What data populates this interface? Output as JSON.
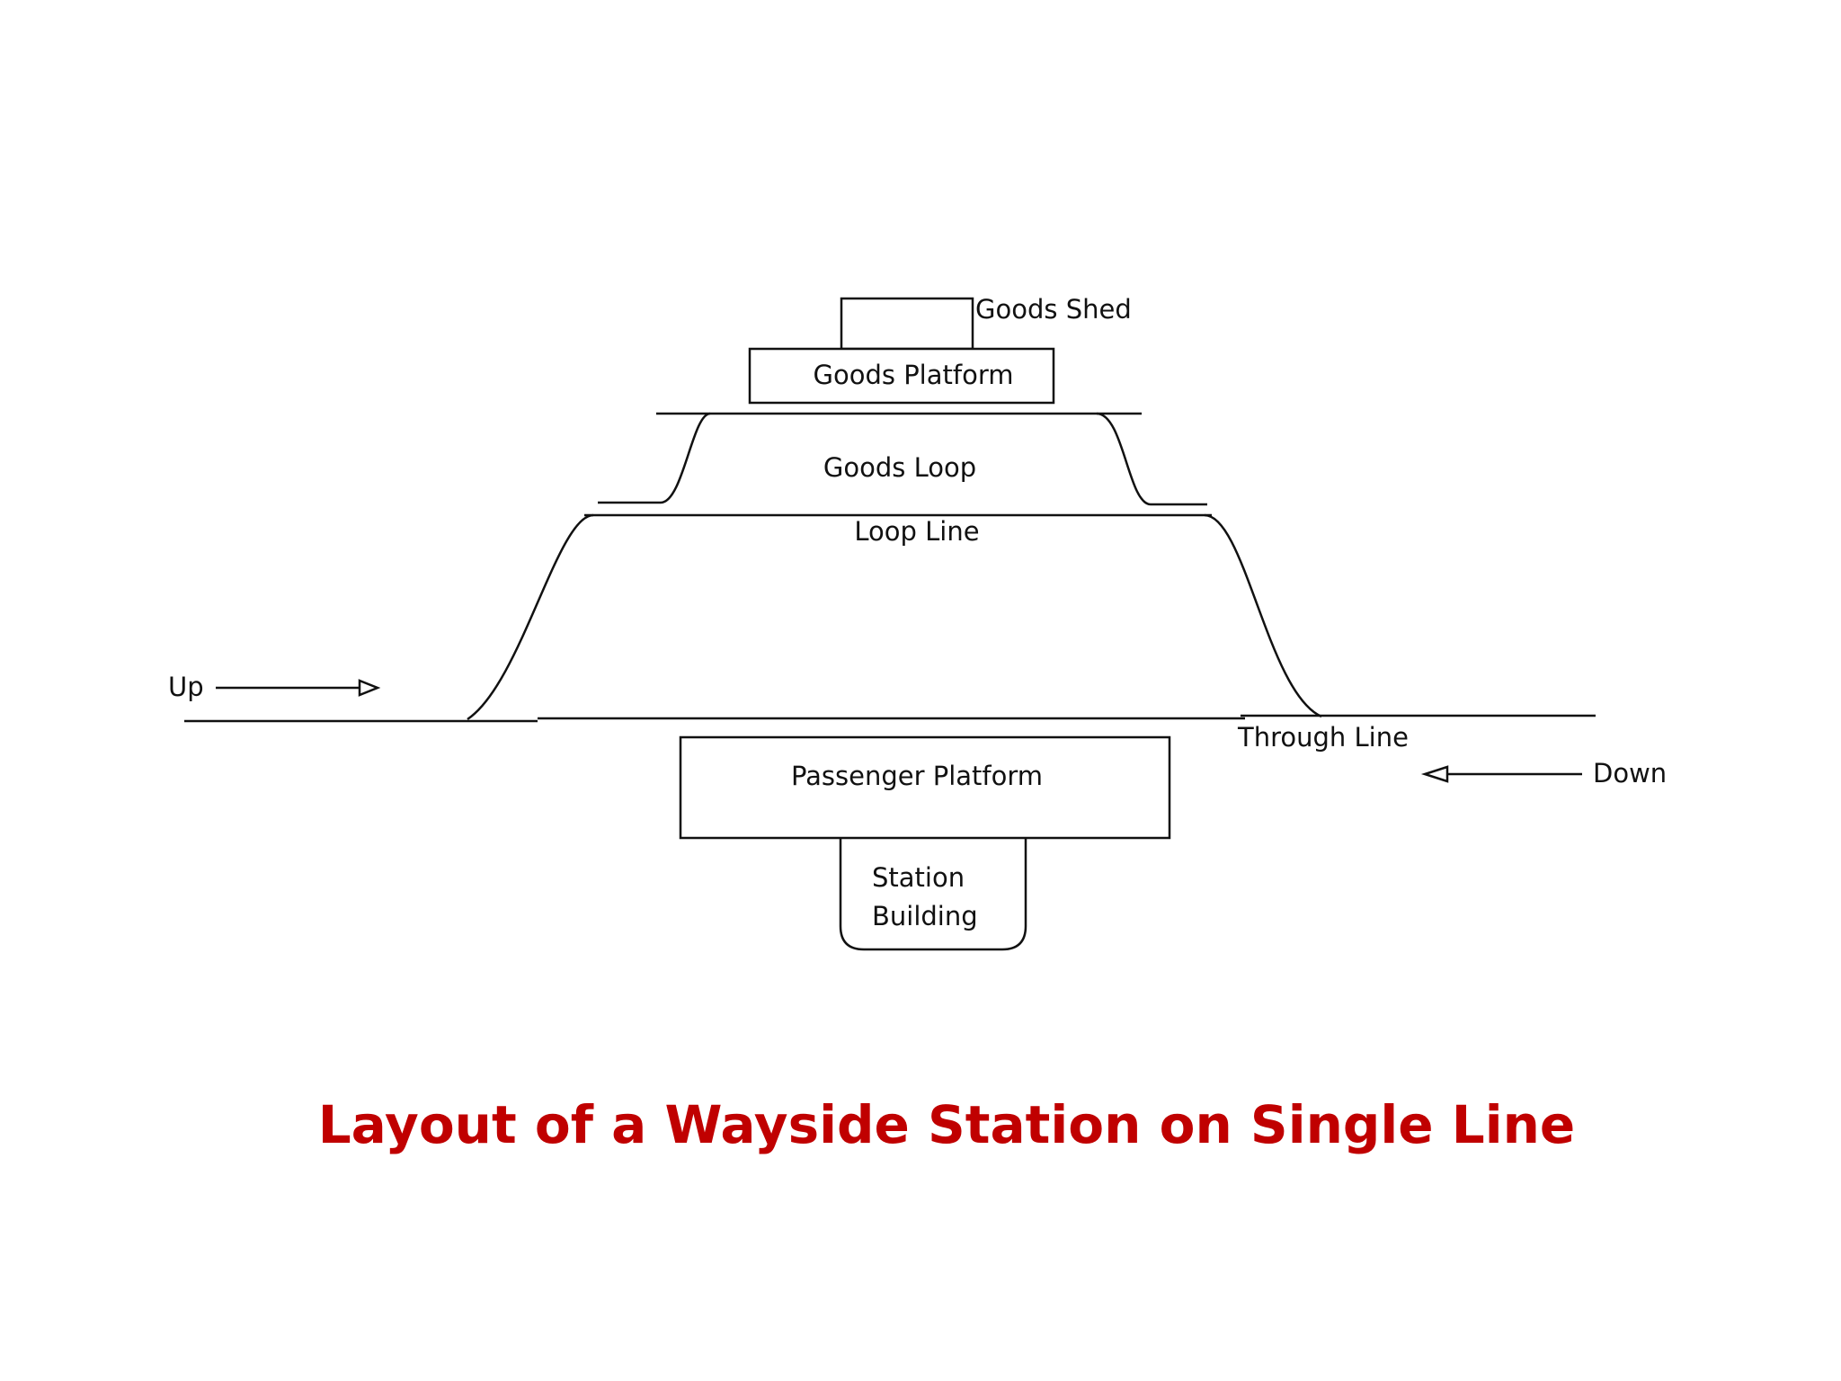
{
  "labels": {
    "goods_shed": "Goods Shed",
    "goods_platform": "Goods Platform",
    "goods_loop": "Goods Loop",
    "loop_line": "Loop Line",
    "up": "Up",
    "through_line": "Through Line",
    "down": "Down",
    "passenger_platform": "Passenger Platform",
    "station_line1": "Station",
    "station_line2": "Building"
  },
  "title": "Layout of a Wayside Station on Single Line",
  "colors": {
    "title": "#c00000",
    "line": "#111111",
    "background": "#ffffff"
  }
}
